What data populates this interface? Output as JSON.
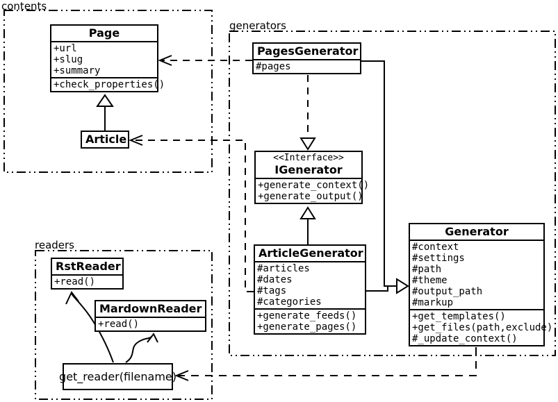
{
  "packages": {
    "contents": {
      "label": "contents"
    },
    "generators": {
      "label": "generators"
    },
    "readers": {
      "label": "readers"
    }
  },
  "classes": {
    "page": {
      "title": "Page",
      "attributes": [
        "+url",
        "+slug",
        "+summary"
      ],
      "methods": [
        "+check_properties()"
      ]
    },
    "article": {
      "title": "Article",
      "attributes": [],
      "methods": []
    },
    "pages_generator": {
      "title": "PagesGenerator",
      "attributes": [
        "#pages"
      ],
      "methods": []
    },
    "igenerator": {
      "stereotype": "<<Interface>>",
      "title": "IGenerator",
      "attributes": [],
      "methods": [
        "+generate_context()",
        "+generate_output()"
      ]
    },
    "article_generator": {
      "title": "ArticleGenerator",
      "attributes": [
        "#articles",
        "#dates",
        "#tags",
        "#categories"
      ],
      "methods": [
        "+generate_feeds()",
        "+generate_pages()"
      ]
    },
    "generator": {
      "title": "Generator",
      "attributes": [
        "#context",
        "#settings",
        "#path",
        "#theme",
        "#output_path",
        "#markup"
      ],
      "methods": [
        "+get_templates()",
        "+get_files(path,exclude)",
        "#_update_context()"
      ]
    },
    "rst_reader": {
      "title": "RstReader",
      "attributes": [],
      "methods": [
        "+read()"
      ]
    },
    "mardown_reader": {
      "title": "MardownReader",
      "attributes": [],
      "methods": [
        "+read()"
      ]
    }
  },
  "functions": {
    "get_reader": {
      "label": "get_reader(filename)"
    }
  },
  "relations": [
    {
      "type": "generalization",
      "from": "Article",
      "to": "Page"
    },
    {
      "type": "dependency",
      "from": "PagesGenerator",
      "to": "Page"
    },
    {
      "type": "realization",
      "from": "PagesGenerator",
      "to": "IGenerator"
    },
    {
      "type": "generalization",
      "from": "ArticleGenerator",
      "to": "IGenerator"
    },
    {
      "type": "generalization",
      "from": "PagesGenerator",
      "to": "Generator"
    },
    {
      "type": "generalization",
      "from": "ArticleGenerator",
      "to": "Generator"
    },
    {
      "type": "dependency",
      "from": "ArticleGenerator",
      "to": "Article"
    },
    {
      "type": "dependency",
      "from": "Generator",
      "to": "get_reader"
    },
    {
      "type": "arrow",
      "from": "get_reader",
      "to": "RstReader"
    },
    {
      "type": "arrow",
      "from": "get_reader",
      "to": "MardownReader"
    }
  ],
  "colors": {
    "line": "#000000",
    "background": "#ffffff"
  }
}
